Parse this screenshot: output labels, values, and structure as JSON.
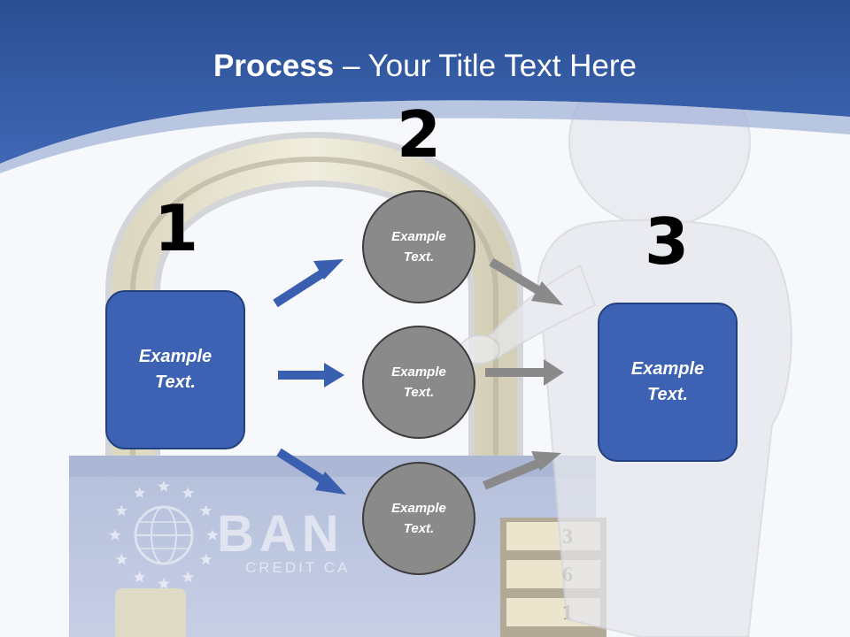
{
  "title": {
    "bold": "Process",
    "rest": " – Your Title Text Here"
  },
  "background": {
    "bank_text": "BAN",
    "card_text": "CREDIT CA",
    "dial_digits": [
      "3",
      "6",
      "1"
    ]
  },
  "steps": {
    "start": {
      "number": "1",
      "label": "Example\nText."
    },
    "middle": {
      "number": "2",
      "items": [
        {
          "label": "Example\nText."
        },
        {
          "label": "Example\nText."
        },
        {
          "label": "Example\nText."
        }
      ]
    },
    "end": {
      "number": "3",
      "label": "Example\nText."
    }
  },
  "colors": {
    "header": "#2f5597",
    "box_fill": "#3d62b3",
    "blue_arrow": "#3a5fb0",
    "gray_arrow": "#8a8a8a",
    "circle_fill": "#8a8a8a"
  },
  "icons": [
    "padlock-icon",
    "figure-icon",
    "star-icon",
    "globe-icon",
    "arrow-icon"
  ]
}
